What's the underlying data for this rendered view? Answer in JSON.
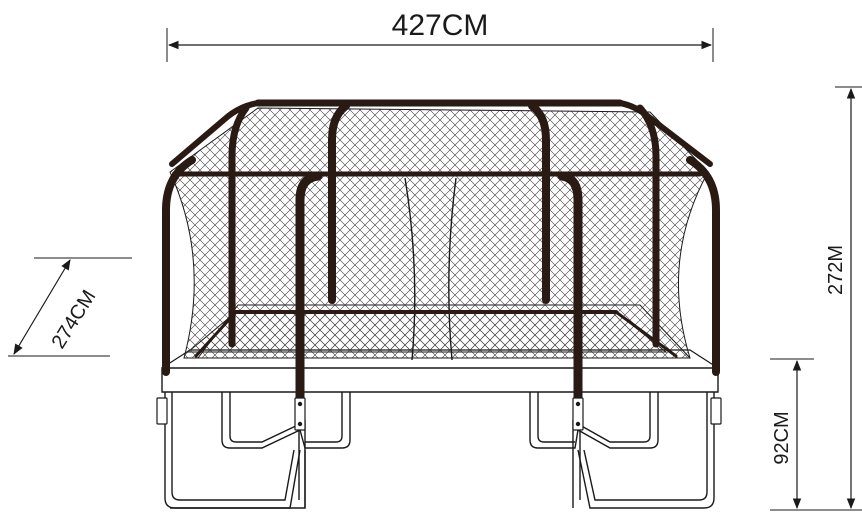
{
  "dimensions": {
    "length": "427CM",
    "width": "274CM",
    "total_height": "272M",
    "frame_height": "92CM"
  },
  "colors": {
    "frame": "#2a1a14",
    "line": "#1a1a1a",
    "net": "#3a3a3a",
    "background": "#ffffff"
  }
}
